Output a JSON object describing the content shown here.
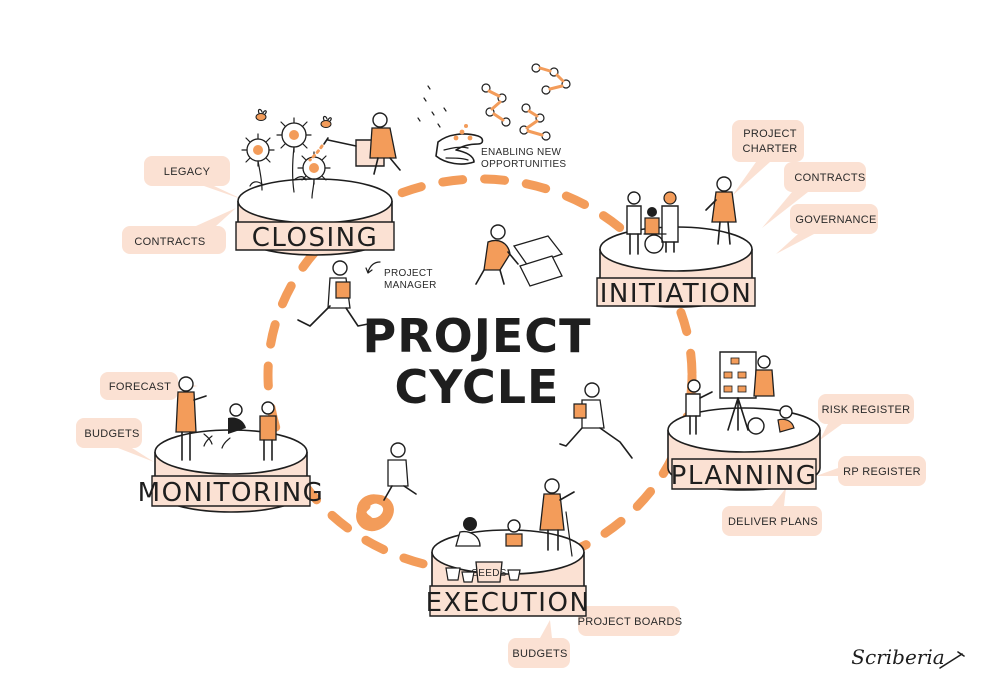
{
  "title": {
    "line1": "PROJECT",
    "line2": "CYCLE"
  },
  "colors": {
    "accent": "#f39c5a",
    "pale": "#fbe1d3",
    "ink": "#1e1e1e"
  },
  "stages": [
    {
      "id": "closing",
      "label": "CLOSING"
    },
    {
      "id": "initiation",
      "label": "INITIATION"
    },
    {
      "id": "planning",
      "label": "PLANNING"
    },
    {
      "id": "execution",
      "label": "EXECUTION"
    },
    {
      "id": "monitoring",
      "label": "MONITORING"
    }
  ],
  "bubbles": {
    "legacy": "LEGACY",
    "contracts_closing": "CONTRACTS",
    "project_charter_1": "PROJECT",
    "project_charter_2": "CHARTER",
    "contracts_initiation": "CONTRACTS",
    "governance": "GOVERNANCE",
    "risk_register": "RISK REGISTER",
    "rp_register": "RP REGISTER",
    "deliver_plans": "DELIVER PLANS",
    "project_boards": "PROJECT BOARDS",
    "budgets_execution": "BUDGETS",
    "forecast": "FORECAST",
    "budgets_monitoring": "BUDGETS"
  },
  "notes": {
    "enabling_1": "ENABLING NEW",
    "enabling_2": "OPPORTUNITIES",
    "pm_1": "PROJECT",
    "pm_2": "MANAGER",
    "seeds": "SEEDS"
  },
  "signature": "Scriberia",
  "icons": [
    "flower-icon",
    "bee-icon",
    "watering-can-icon",
    "hands-icon",
    "seed-molecule-icon",
    "people-icon",
    "wheelchair-icon",
    "flipchart-icon",
    "running-person-icon",
    "seed-bag-icon",
    "scribble-icon"
  ]
}
